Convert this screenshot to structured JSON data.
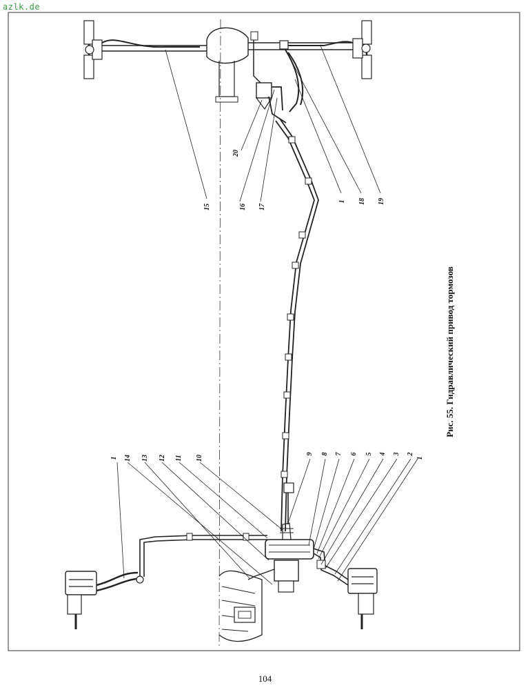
{
  "watermark": "azlk.de",
  "caption": "Рис. 55. Гидравлический привод тормозов",
  "page_number": "104",
  "callouts": {
    "rear": [
      "15",
      "16",
      "17",
      "20",
      "1",
      "18",
      "19"
    ],
    "front": [
      "1",
      "14",
      "13",
      "12",
      "11",
      "10",
      "9",
      "8",
      "7",
      "6",
      "5",
      "4",
      "3",
      "2",
      "1"
    ]
  }
}
